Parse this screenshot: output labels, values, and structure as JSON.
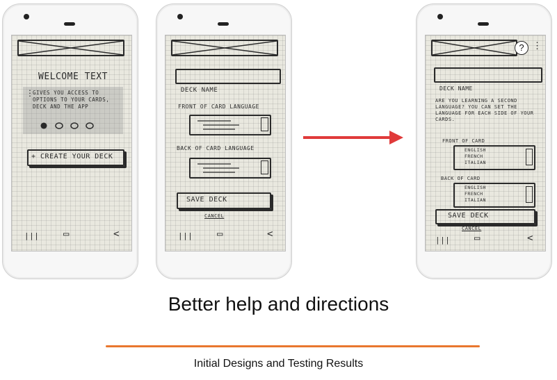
{
  "slide": {
    "heading": "Better help and directions",
    "footer": "Initial Designs and Testing Results",
    "accent_color": "#e9772e",
    "arrow_color": "#e03a3a"
  },
  "screens": {
    "one": {
      "welcome": "WELCOME TEXT",
      "help_text": "GIVES YOU ACCESS TO OPTIONS TO YOUR CARDS, DECK AND THE APP",
      "create_button": "+ CREATE YOUR DECK"
    },
    "two": {
      "deck_name": "DECK NAME",
      "front_label": "FRONT OF CARD LANGUAGE",
      "back_label": "BACK OF CARD LANGUAGE",
      "save": "SAVE DECK",
      "cancel": "CANCEL"
    },
    "three": {
      "help_glyph": "?",
      "deck_name": "DECK NAME",
      "prompt": "ARE YOU LEARNING A SECOND LANGUAGE? YOU CAN SET THE LANGUAGE FOR EACH SIDE OF YOUR CARDS.",
      "front_label": "FRONT OF CARD",
      "back_label": "BACK OF CARD",
      "languages": [
        "ENGLISH",
        "FRENCH",
        "ITALIAN"
      ],
      "save": "SAVE DECK",
      "cancel": "CANCEL"
    }
  },
  "nav": {
    "recent_icon": "|||",
    "home_icon": "▭",
    "back_icon": "<"
  }
}
